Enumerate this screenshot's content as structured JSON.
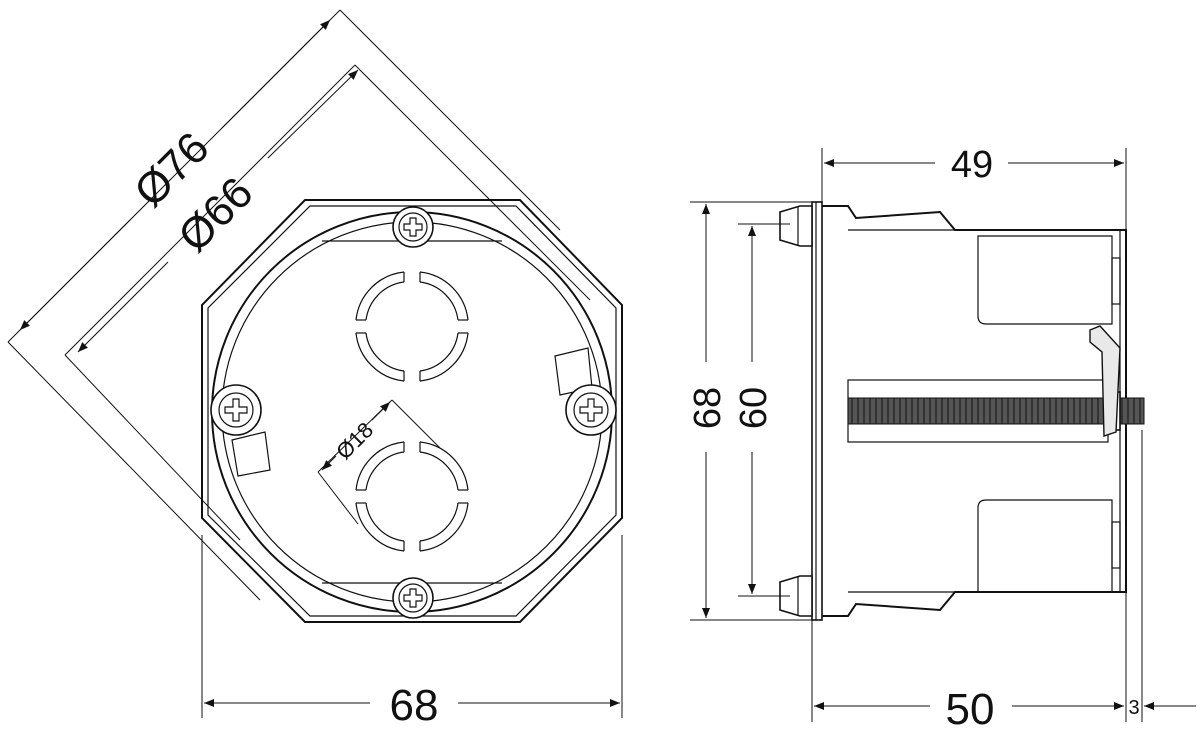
{
  "front_view": {
    "dim_outer_diameter": "Ø76",
    "dim_inner_diameter": "Ø66",
    "dim_knockout_diameter": "Ø18",
    "dim_width": "68"
  },
  "side_view": {
    "dim_depth_top": "49",
    "dim_height_outer": "68",
    "dim_height_inner": "60",
    "dim_depth_bottom": "50",
    "dim_flange": "3"
  }
}
